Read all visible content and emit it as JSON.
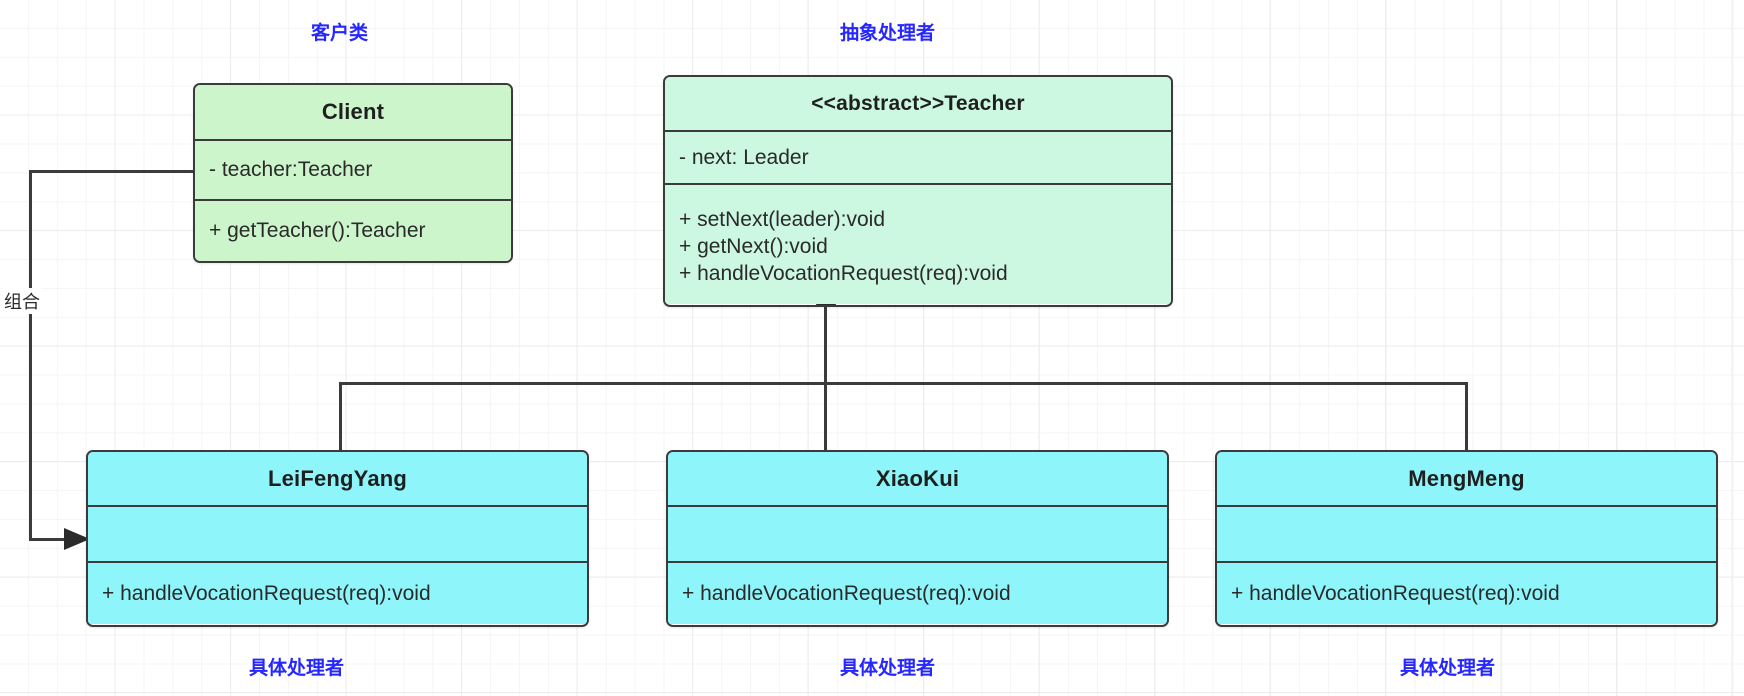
{
  "diagram": {
    "type": "uml-class-diagram",
    "pattern": "Chain of Responsibility",
    "background": "grid",
    "colors": {
      "client_fill": "#cdf5cc",
      "abstract_fill": "#ccf7e1",
      "concrete_fill": "#8ef6fb",
      "border": "#3b3b3b",
      "note_text": "#2626ff",
      "body_text": "#2a2a2a"
    }
  },
  "notes": {
    "client": "客户类",
    "abstract_handler": "抽象处理者",
    "concrete_handler_1": "具体处理者",
    "concrete_handler_2": "具体处理者",
    "concrete_handler_3": "具体处理者"
  },
  "relations": {
    "composition_label": "组合",
    "composition_from": "Client",
    "composition_to": "LeiFengYang",
    "inheritance_label": "",
    "inheritance_children": [
      "LeiFengYang",
      "XiaoKui",
      "MengMeng"
    ],
    "inheritance_parent": "<<abstract>>Teacher"
  },
  "classes": {
    "client": {
      "name": "Client",
      "attributes": [
        "- teacher:Teacher"
      ],
      "methods": [
        "+ getTeacher():Teacher"
      ]
    },
    "teacher": {
      "name": "<<abstract>>Teacher",
      "attributes": [
        "- next: Leader"
      ],
      "methods": [
        "+ setNext(leader):void",
        "+ getNext():void",
        "+ handleVocationRequest(req):void"
      ]
    },
    "leifengyang": {
      "name": "LeiFengYang",
      "attributes": [
        ""
      ],
      "methods": [
        "+ handleVocationRequest(req):void"
      ]
    },
    "xiaokui": {
      "name": "XiaoKui",
      "attributes": [
        ""
      ],
      "methods": [
        "+ handleVocationRequest(req):void"
      ]
    },
    "mengmeng": {
      "name": "MengMeng",
      "attributes": [
        ""
      ],
      "methods": [
        "+ handleVocationRequest(req):void"
      ]
    }
  }
}
